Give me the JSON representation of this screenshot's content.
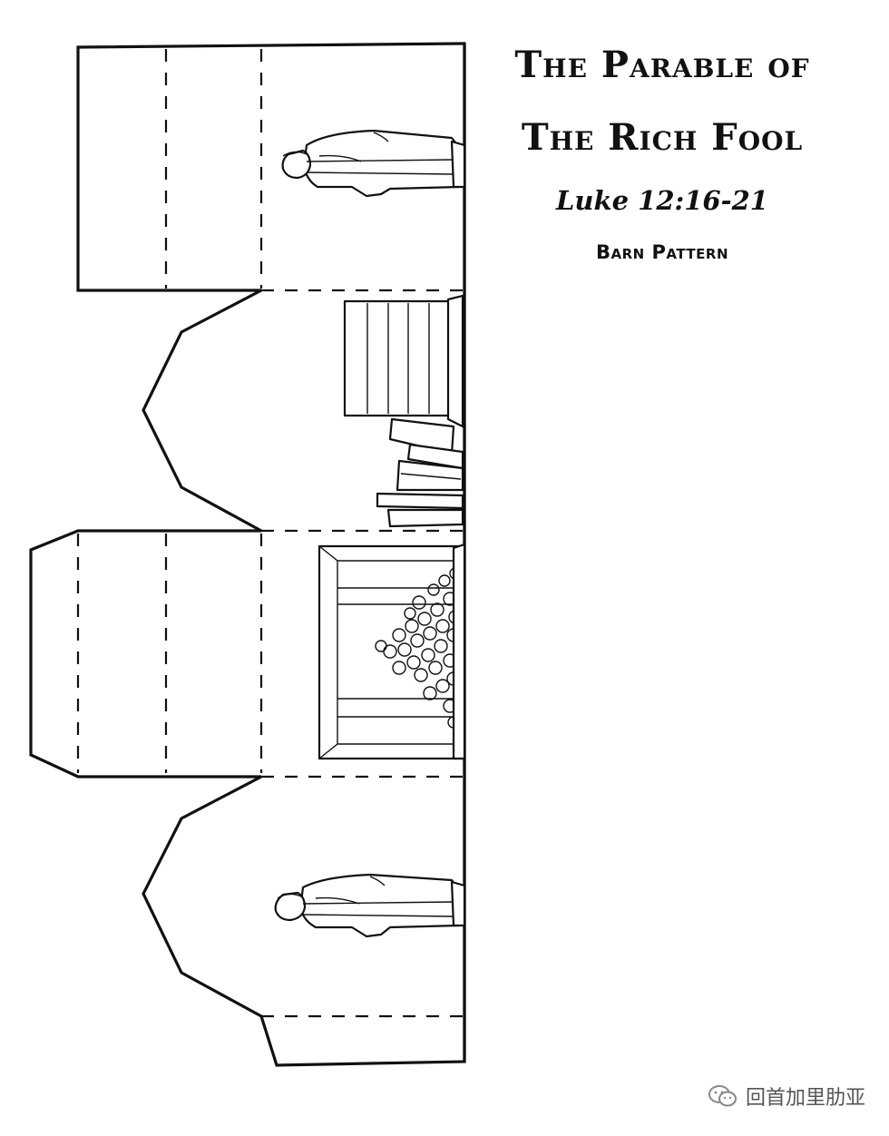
{
  "document": {
    "title_line_1": "The Parable of",
    "title_line_2": "The Rich Fool",
    "scripture_reference": "Luke 12:16-21",
    "subtitle": "Barn Pattern"
  },
  "watermark": {
    "icon": "wechat-icon",
    "text": "回首加里肋亚"
  }
}
